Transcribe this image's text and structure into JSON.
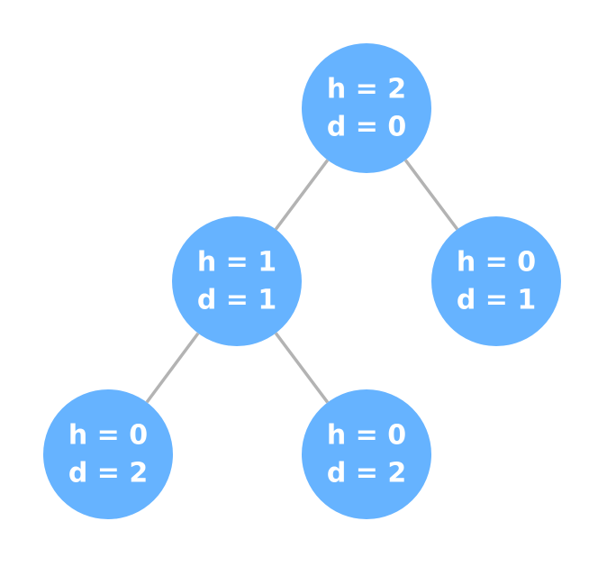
{
  "diagram": {
    "type": "tree",
    "colors": {
      "node_fill": "#66b3ff",
      "edge": "#b3b3b3",
      "text": "#ffffff",
      "background": "#ffffff"
    },
    "nodes": [
      {
        "id": "root",
        "h_label": "h = 2",
        "d_label": "d = 0"
      },
      {
        "id": "left",
        "h_label": "h = 1",
        "d_label": "d = 1"
      },
      {
        "id": "right",
        "h_label": "h = 0",
        "d_label": "d = 1"
      },
      {
        "id": "left-left",
        "h_label": "h = 0",
        "d_label": "d = 2"
      },
      {
        "id": "left-right",
        "h_label": "h = 0",
        "d_label": "d = 2"
      }
    ],
    "edges": [
      {
        "from": "root",
        "to": "left"
      },
      {
        "from": "root",
        "to": "right"
      },
      {
        "from": "left",
        "to": "left-left"
      },
      {
        "from": "left",
        "to": "left-right"
      }
    ]
  }
}
